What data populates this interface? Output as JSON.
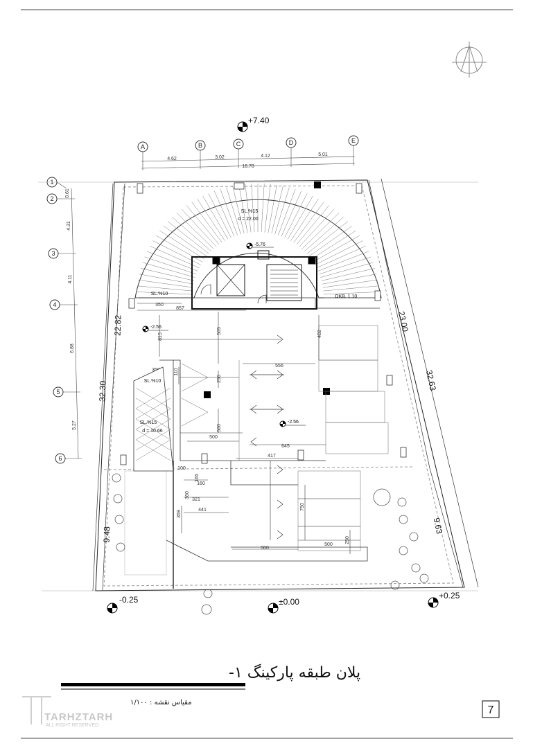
{
  "levels": {
    "top": "+7.40",
    "ramp": "-5.76",
    "left_mid": "-2.56",
    "center": "-2.56",
    "bottom_left": "-0.25",
    "bottom_center": "±0.00",
    "bottom_right": "+0.25"
  },
  "grid": {
    "letters": [
      "A",
      "B",
      "C",
      "D",
      "E"
    ],
    "numbers": [
      "1",
      "2",
      "3",
      "4",
      "5",
      "6"
    ],
    "letter_spacings": [
      "4.62",
      "3.02",
      "4.12",
      "5.01"
    ],
    "letter_total": "16.78",
    "number_spacings": [
      "0.61",
      "4.31",
      "4.11",
      "6.88",
      "5.27"
    ]
  },
  "dimensions": {
    "left_total": "32.30",
    "left_upper": "22.82",
    "left_lower": "9.48",
    "right_total": "32.63",
    "right_upper": "23.00",
    "right_lower": "9.63",
    "inner": [
      "350",
      "857",
      "815",
      "505",
      "402",
      "556",
      "350",
      "110",
      "250",
      "500",
      "500",
      "645",
      "417",
      "100",
      "165",
      "160",
      "360",
      "321",
      "359",
      "441",
      "750",
      "500",
      "250",
      "500"
    ]
  },
  "annotations": {
    "ramp_top_slope": "SL.%15",
    "ramp_top_d": "d = 22.00",
    "ramp_a_slope": "SL.%10",
    "ramp_b_slope": "SL.%10",
    "ramp_left_slope": "SL.%15",
    "ramp_left_d": "d = 10.66",
    "okb": "OKB. 1.10"
  },
  "title": "پلان طبقه پارکینگ ۱-",
  "scale": "مقیاس نقشه : ۱/۱۰۰",
  "logo": {
    "main": "TARHZTARH",
    "sub": "ALL RIGHT RESERVED"
  },
  "page_number": "7"
}
